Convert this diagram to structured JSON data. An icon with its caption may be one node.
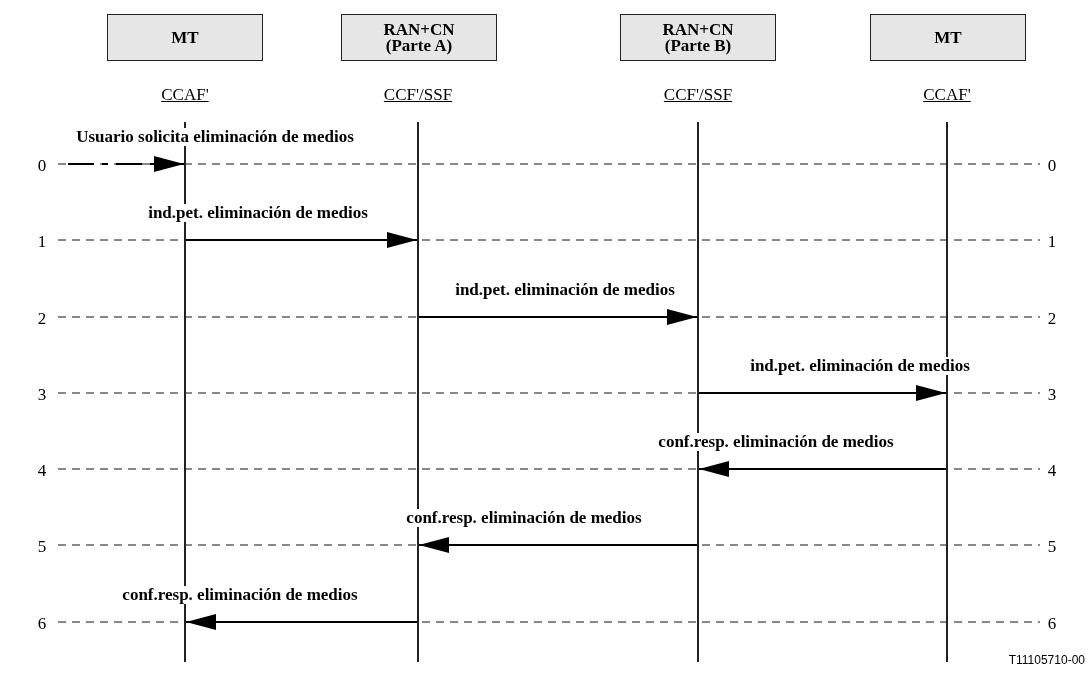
{
  "diagram": {
    "nodes": [
      {
        "text": [
          "MT"
        ]
      },
      {
        "text": [
          "RAN+CN (Parte A)"
        ]
      },
      {
        "text": [
          "RAN+CN (Parte B)"
        ]
      },
      {
        "text": [
          "MT"
        ]
      },
      {
        "text": [],
        "shape": "line",
        "beside": [
          "CCAF'"
        ]
      },
      {
        "text": [],
        "shape": "line",
        "beside": [
          "CCF'/SSF"
        ]
      },
      {
        "text": [],
        "shape": "line",
        "beside": [
          "CCF'/SSF"
        ]
      },
      {
        "text": [],
        "shape": "line",
        "beside": [
          "CCAF'"
        ]
      }
    ],
    "edges": [
      {
        "from": null,
        "to": 4,
        "arrow": "to",
        "label": "Usuario solicita eliminación de medios",
        "style": "dashed"
      },
      {
        "from": 4,
        "to": 5,
        "arrow": "to",
        "label": "ind.pet. eliminación de medios"
      },
      {
        "from": 5,
        "to": 6,
        "arrow": "to",
        "label": "ind.pet. eliminación de medios"
      },
      {
        "from": 6,
        "to": 7,
        "arrow": "to",
        "label": "ind.pet. eliminación de medios"
      },
      {
        "from": 7,
        "to": 6,
        "arrow": "to",
        "label": "conf.resp. eliminación de medios"
      },
      {
        "from": 6,
        "to": 5,
        "arrow": "to",
        "label": "conf.resp. eliminación de medios"
      },
      {
        "from": 5,
        "to": 4,
        "arrow": "to",
        "label": "conf.resp. eliminación de medios"
      }
    ],
    "labels": [
      "0",
      "0",
      "1",
      "1",
      "2",
      "2",
      "3",
      "3",
      "4",
      "4",
      "5",
      "5",
      "6",
      "6",
      "T11105710-00"
    ]
  }
}
